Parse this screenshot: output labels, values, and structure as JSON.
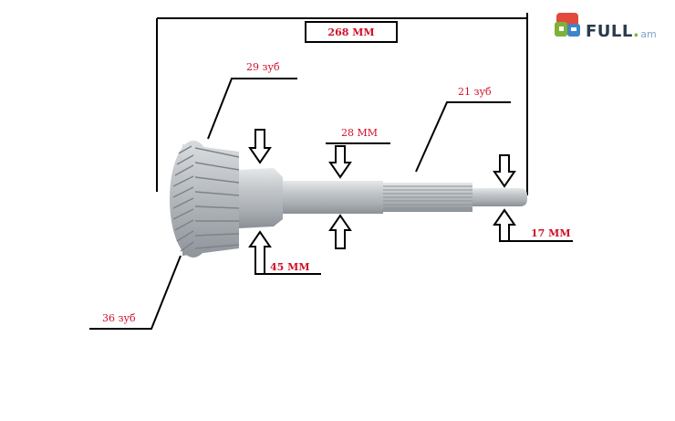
{
  "overall_length_label": "268 MM",
  "gear_teeth_large_label": "36 зуб",
  "gear_teeth_small_label": "29 зуб",
  "spline_teeth_label": "21 зуб",
  "journal_diameter_label": "45 MM",
  "shaft_diameter_label": "28 MM",
  "pilot_diameter_label": "17 MM",
  "watermark": {
    "text": "FULL",
    "dot": ".",
    "suffix": "am"
  },
  "colors": {
    "label_red": "#d0102a",
    "line_black": "#000000",
    "metal_light": "#c9ccd0",
    "metal_dark": "#8d9297"
  }
}
